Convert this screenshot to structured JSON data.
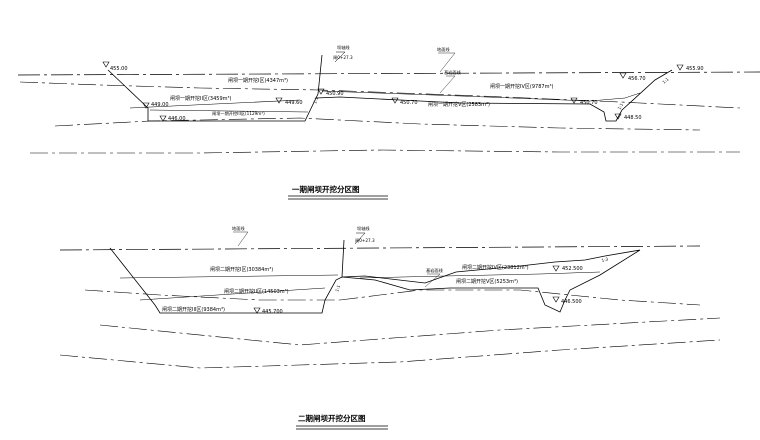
{
  "section1": {
    "title": "一期闸坝开挖分区图",
    "elevations": {
      "left_top": "455.00",
      "left_berm": "449.00",
      "left_bottom": "446.00",
      "mid_berm": "449.60",
      "crest": "450.90",
      "mid_right": "450.70",
      "right_berm": "450.70",
      "right_step": "456.70",
      "right_top": "455.90",
      "right_bottom": "448.50"
    },
    "axis_note": "坝轴线",
    "axis_station": "闸0+27.3",
    "ground_note": "地面线",
    "rock_note": "基岩面线",
    "zones": {
      "z1": "闸坝一期开挖I区(4347m³)",
      "z2": "闸坝一期开挖II区(3459m³)",
      "z3": "闸坝一期开挖III区(1129m³)",
      "z4": "闸坝一期开挖IV区(9787m³)",
      "z5": "闸坝一期开挖V区(2583m³)"
    },
    "slopes": {
      "left": "1:1",
      "right1": "1:1",
      "right2": "1:1"
    }
  },
  "section2": {
    "title": "二期闸坝开挖分区图",
    "elevations": {
      "right_berm": "452.500",
      "left_bottom": "445.700",
      "right_bottom": "446.500"
    },
    "axis_note": "坝轴线",
    "axis_station": "闸0+27.3",
    "ground_note": "地面线",
    "rock_note": "基岩面线",
    "zones": {
      "z1": "闸坝二期开挖I区(30384m³)",
      "z2": "闸坝二期开挖II区(14503m³)",
      "z3": "闸坝二期开挖III区(9384m³)",
      "z4": "闸坝二期开挖IV区(23812m³)",
      "z5": "闸坝二期开挖V区(5253m³)"
    },
    "slopes": {
      "mid": "1:1",
      "right": "1:3"
    }
  }
}
